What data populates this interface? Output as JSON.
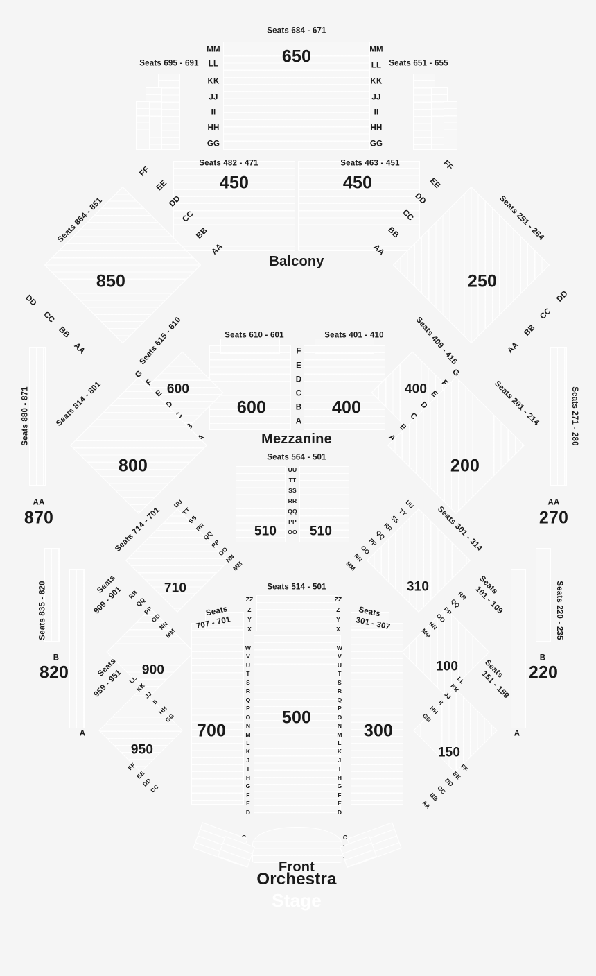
{
  "venue": {
    "background_color": "#f5f5f5",
    "block_fill": "#f7f7f7",
    "line_color": "#ffffff",
    "text_color": "#1a1a1a",
    "stage_text_color": "#ffffff"
  },
  "tiers": {
    "balcony": "Balcony",
    "mezzanine": "Mezzanine",
    "front": "Front",
    "orchestra": "Orchestra",
    "stage": "Stage"
  },
  "sections": {
    "s650": "650",
    "s450_left": "450",
    "s450_right": "450",
    "s850": "850",
    "s250": "250",
    "s600": "600",
    "s400": "400",
    "s600_side": "600",
    "s400_side": "400",
    "s800": "800",
    "s200": "200",
    "s870": "870",
    "s270": "270",
    "s510_left": "510",
    "s510_right": "510",
    "s710": "710",
    "s310": "310",
    "s820": "820",
    "s220": "220",
    "s900": "900",
    "s100": "100",
    "s950": "950",
    "s150": "150",
    "s700": "700",
    "s300": "300",
    "s500": "500"
  },
  "seat_ranges": {
    "r684_671": "Seats 684 - 671",
    "r695_691": "Seats 695 - 691",
    "r651_655": "Seats 651 - 655",
    "r482_471": "Seats 482 - 471",
    "r463_451": "Seats 463 - 451",
    "r864_851": "Seats 864 - 851",
    "r251_264": "Seats 251 - 264",
    "r615_610": "Seats 615 - 610",
    "r610_601": "Seats 610 - 601",
    "r401_410": "Seats 401 - 410",
    "r409_415": "Seats 409 - 415",
    "r814_801": "Seats 814 - 801",
    "r201_214": "Seats 201 - 214",
    "r880_871": "Seats 880 - 871",
    "r271_280": "Seats 271 - 280",
    "r564_501": "Seats 564 - 501",
    "r714_701": "Seats 714 - 701",
    "r301_314": "Seats 301 - 314",
    "r835_820": "Seats 835 - 820",
    "r220_235": "Seats 220 - 235",
    "r909_901_a": "Seats",
    "r909_901_b": "909 - 901",
    "r101_109_a": "Seats",
    "r101_109_b": "101 - 109",
    "r707_701_a": "Seats",
    "r707_701_b": "707 - 701",
    "r301_307_a": "Seats",
    "r301_307_b": "301 - 307",
    "r514_501": "Seats 514 - 501",
    "r959_951_a": "Seats",
    "r959_951_b": "959 - 951",
    "r151_159_a": "Seats",
    "r151_159_b": "151 - 159"
  },
  "row_letters": {
    "balcony_upper": [
      "MM",
      "LL",
      "KK",
      "JJ",
      "II",
      "HH",
      "GG"
    ],
    "balcony_diag": [
      "FF",
      "EE",
      "DD",
      "CC",
      "BB",
      "AA"
    ],
    "s850_outer": [
      "DD",
      "CC",
      "BB",
      "AA"
    ],
    "s250_outer": [
      "DD",
      "CC",
      "BB",
      "AA"
    ],
    "mezz_center": [
      "F",
      "E",
      "D",
      "C",
      "B",
      "A"
    ],
    "mezz_side": [
      "G",
      "F",
      "E",
      "D",
      "C",
      "B",
      "A"
    ],
    "s510_center": [
      "UU",
      "TT",
      "SS",
      "RR",
      "QQ",
      "PP",
      "OO"
    ],
    "s710_diag": [
      "UU",
      "TT",
      "SS",
      "RR",
      "QQ",
      "PP",
      "OO",
      "NN",
      "MM"
    ],
    "s310_diag": [
      "UU",
      "TT",
      "SS",
      "RR",
      "QQ",
      "PP",
      "OO",
      "NN",
      "MM"
    ],
    "s900_diag": [
      "RR",
      "QQ",
      "PP",
      "OO",
      "NN",
      "MM"
    ],
    "s100_diag": [
      "RR",
      "QQ",
      "PP",
      "OO",
      "NN",
      "MM"
    ],
    "s950_diag": [
      "LL",
      "KK",
      "JJ",
      "II",
      "HH",
      "GG"
    ],
    "s150_diag": [
      "LL",
      "KK",
      "JJ",
      "II",
      "HH",
      "GG"
    ],
    "s950_low": [
      "FF",
      "EE",
      "DD",
      "CC"
    ],
    "s150_low": [
      "FF",
      "EE",
      "DD",
      "CC",
      "BB",
      "AA"
    ],
    "orch_upper": [
      "ZZ",
      "Z",
      "Y",
      "X"
    ],
    "orch_main": [
      "W",
      "V",
      "U",
      "T",
      "S",
      "R",
      "Q",
      "P",
      "O",
      "N",
      "M",
      "L",
      "K",
      "J",
      "I",
      "H",
      "G",
      "F",
      "E",
      "D"
    ],
    "orch_front": [
      "C",
      "B",
      "A"
    ],
    "box_870": "AA",
    "box_270": "AA",
    "box_820": "B",
    "box_220": "B",
    "box_820_a": "A",
    "box_220_a": "A"
  }
}
